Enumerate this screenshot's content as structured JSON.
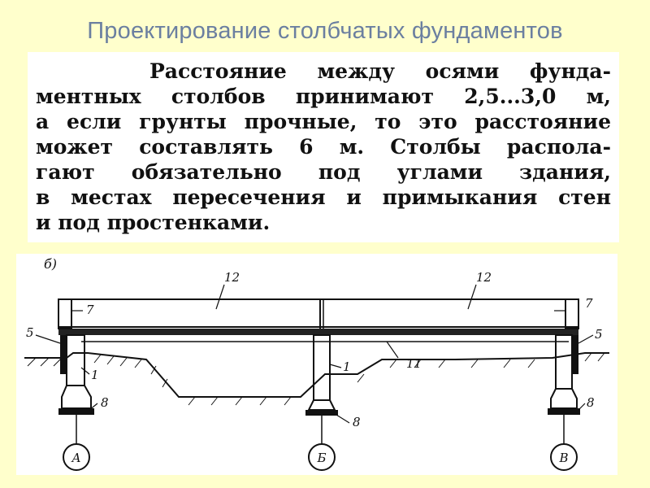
{
  "slide": {
    "title": "Проектирование столбчатых фундаментов"
  },
  "text_block": {
    "lines": [
      "Расстояние между осями фунда-",
      "ментных столбов принимают 2,5...3,0 м,",
      "а если грунты прочные, то это расстояние",
      "может составлять 6 м. Столбы распола-",
      "гают обязательно под углами здания,",
      "в местах пересечения и примыкания стен",
      "и под простенками."
    ]
  },
  "drawing": {
    "fig_label": "б)",
    "labels": {
      "slab_left": "12",
      "slab_right": "12",
      "wall_left": "7",
      "wall_right": "7",
      "seal_left": "5",
      "seal_right": "5",
      "pillar_left": "1",
      "pillar_center": "1",
      "beam": "11",
      "footing_left": "8",
      "footing_center": "8",
      "footing_right": "8"
    },
    "axes": [
      "А",
      "Б",
      "В"
    ]
  }
}
